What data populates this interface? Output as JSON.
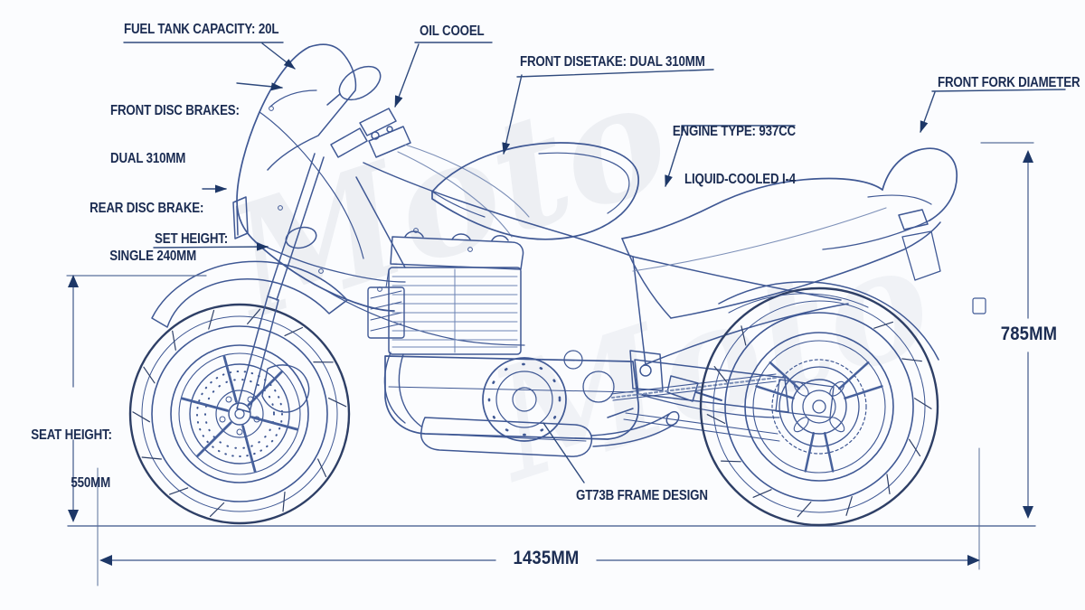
{
  "labels": {
    "fuel_tank": "FUEL TANK CAPACITY: 20L",
    "front_disc_1": "FRONT DISC BRAKES:",
    "front_disc_2": "DUAL 310MM",
    "oil_cooler": "OIL COOEL",
    "front_disc_top": "FRONT DISETAKE: DUAL 310MM",
    "engine_1": "ENGINE TYPE: 937CC",
    "engine_2": "LIQUID-COOLED I-4",
    "front_fork": "FRONT FORK DIAMETER",
    "rear_disc_1": "REAR DISC BRAKE:",
    "rear_disc_2": "SINGLE 240MM",
    "set_height": "SET HEIGHT:",
    "seat_height_1": "SEAT HEIGHT:",
    "seat_height_2": "550MM",
    "frame_design": "GT73B FRAME DESIGN"
  },
  "dimensions": {
    "overall_height": "785MM",
    "wheelbase": "1435MM"
  },
  "watermark": {
    "text": "Moto"
  },
  "colors": {
    "background": "#fbfcfe",
    "label_text": "#1b2c52",
    "line_primary": "#3f5894",
    "line_light": "#7d90b8",
    "tire": "#2e3f66",
    "dimension_line": "#5a6f9b",
    "arrowhead": "#1d3767"
  }
}
